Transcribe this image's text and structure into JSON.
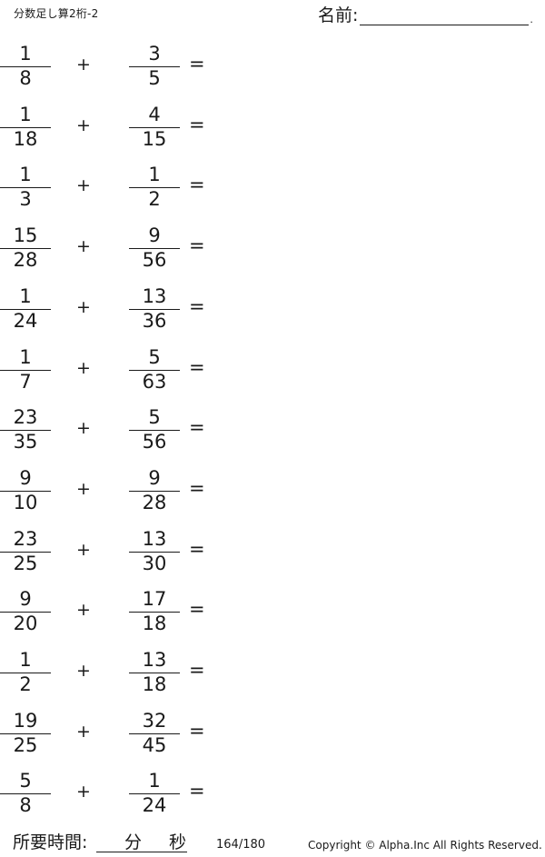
{
  "header": {
    "title": "分数足し算2桁-2",
    "name_label": "名前:",
    "name_end": "."
  },
  "problems": [
    {
      "a_num": "1",
      "a_den": "8",
      "op": "+",
      "b_num": "3",
      "b_den": "5",
      "eq": "="
    },
    {
      "a_num": "1",
      "a_den": "18",
      "op": "+",
      "b_num": "4",
      "b_den": "15",
      "eq": "="
    },
    {
      "a_num": "1",
      "a_den": "3",
      "op": "+",
      "b_num": "1",
      "b_den": "2",
      "eq": "="
    },
    {
      "a_num": "15",
      "a_den": "28",
      "op": "+",
      "b_num": "9",
      "b_den": "56",
      "eq": "="
    },
    {
      "a_num": "1",
      "a_den": "24",
      "op": "+",
      "b_num": "13",
      "b_den": "36",
      "eq": "="
    },
    {
      "a_num": "1",
      "a_den": "7",
      "op": "+",
      "b_num": "5",
      "b_den": "63",
      "eq": "="
    },
    {
      "a_num": "23",
      "a_den": "35",
      "op": "+",
      "b_num": "5",
      "b_den": "56",
      "eq": "="
    },
    {
      "a_num": "9",
      "a_den": "10",
      "op": "+",
      "b_num": "9",
      "b_den": "28",
      "eq": "="
    },
    {
      "a_num": "23",
      "a_den": "25",
      "op": "+",
      "b_num": "13",
      "b_den": "30",
      "eq": "="
    },
    {
      "a_num": "9",
      "a_den": "20",
      "op": "+",
      "b_num": "17",
      "b_den": "18",
      "eq": "="
    },
    {
      "a_num": "1",
      "a_den": "2",
      "op": "+",
      "b_num": "13",
      "b_den": "18",
      "eq": "="
    },
    {
      "a_num": "19",
      "a_den": "25",
      "op": "+",
      "b_num": "32",
      "b_den": "45",
      "eq": "="
    },
    {
      "a_num": "5",
      "a_den": "8",
      "op": "+",
      "b_num": "1",
      "b_den": "24",
      "eq": "="
    }
  ],
  "footer": {
    "time_label": "所要時間:",
    "minutes_unit": "分",
    "seconds_unit": "秒",
    "page": "164/180",
    "copyright": "Copyright ©  Alpha.Inc All Rights Reserved."
  }
}
